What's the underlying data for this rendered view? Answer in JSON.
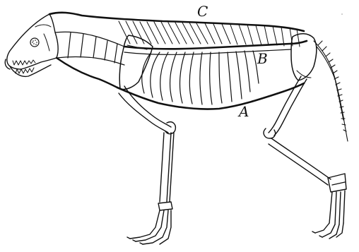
{
  "figure": {
    "labels": {
      "c": "C",
      "b": "B",
      "a": "A"
    },
    "colors": {
      "ink": "#111111",
      "background": "#ffffff"
    }
  }
}
